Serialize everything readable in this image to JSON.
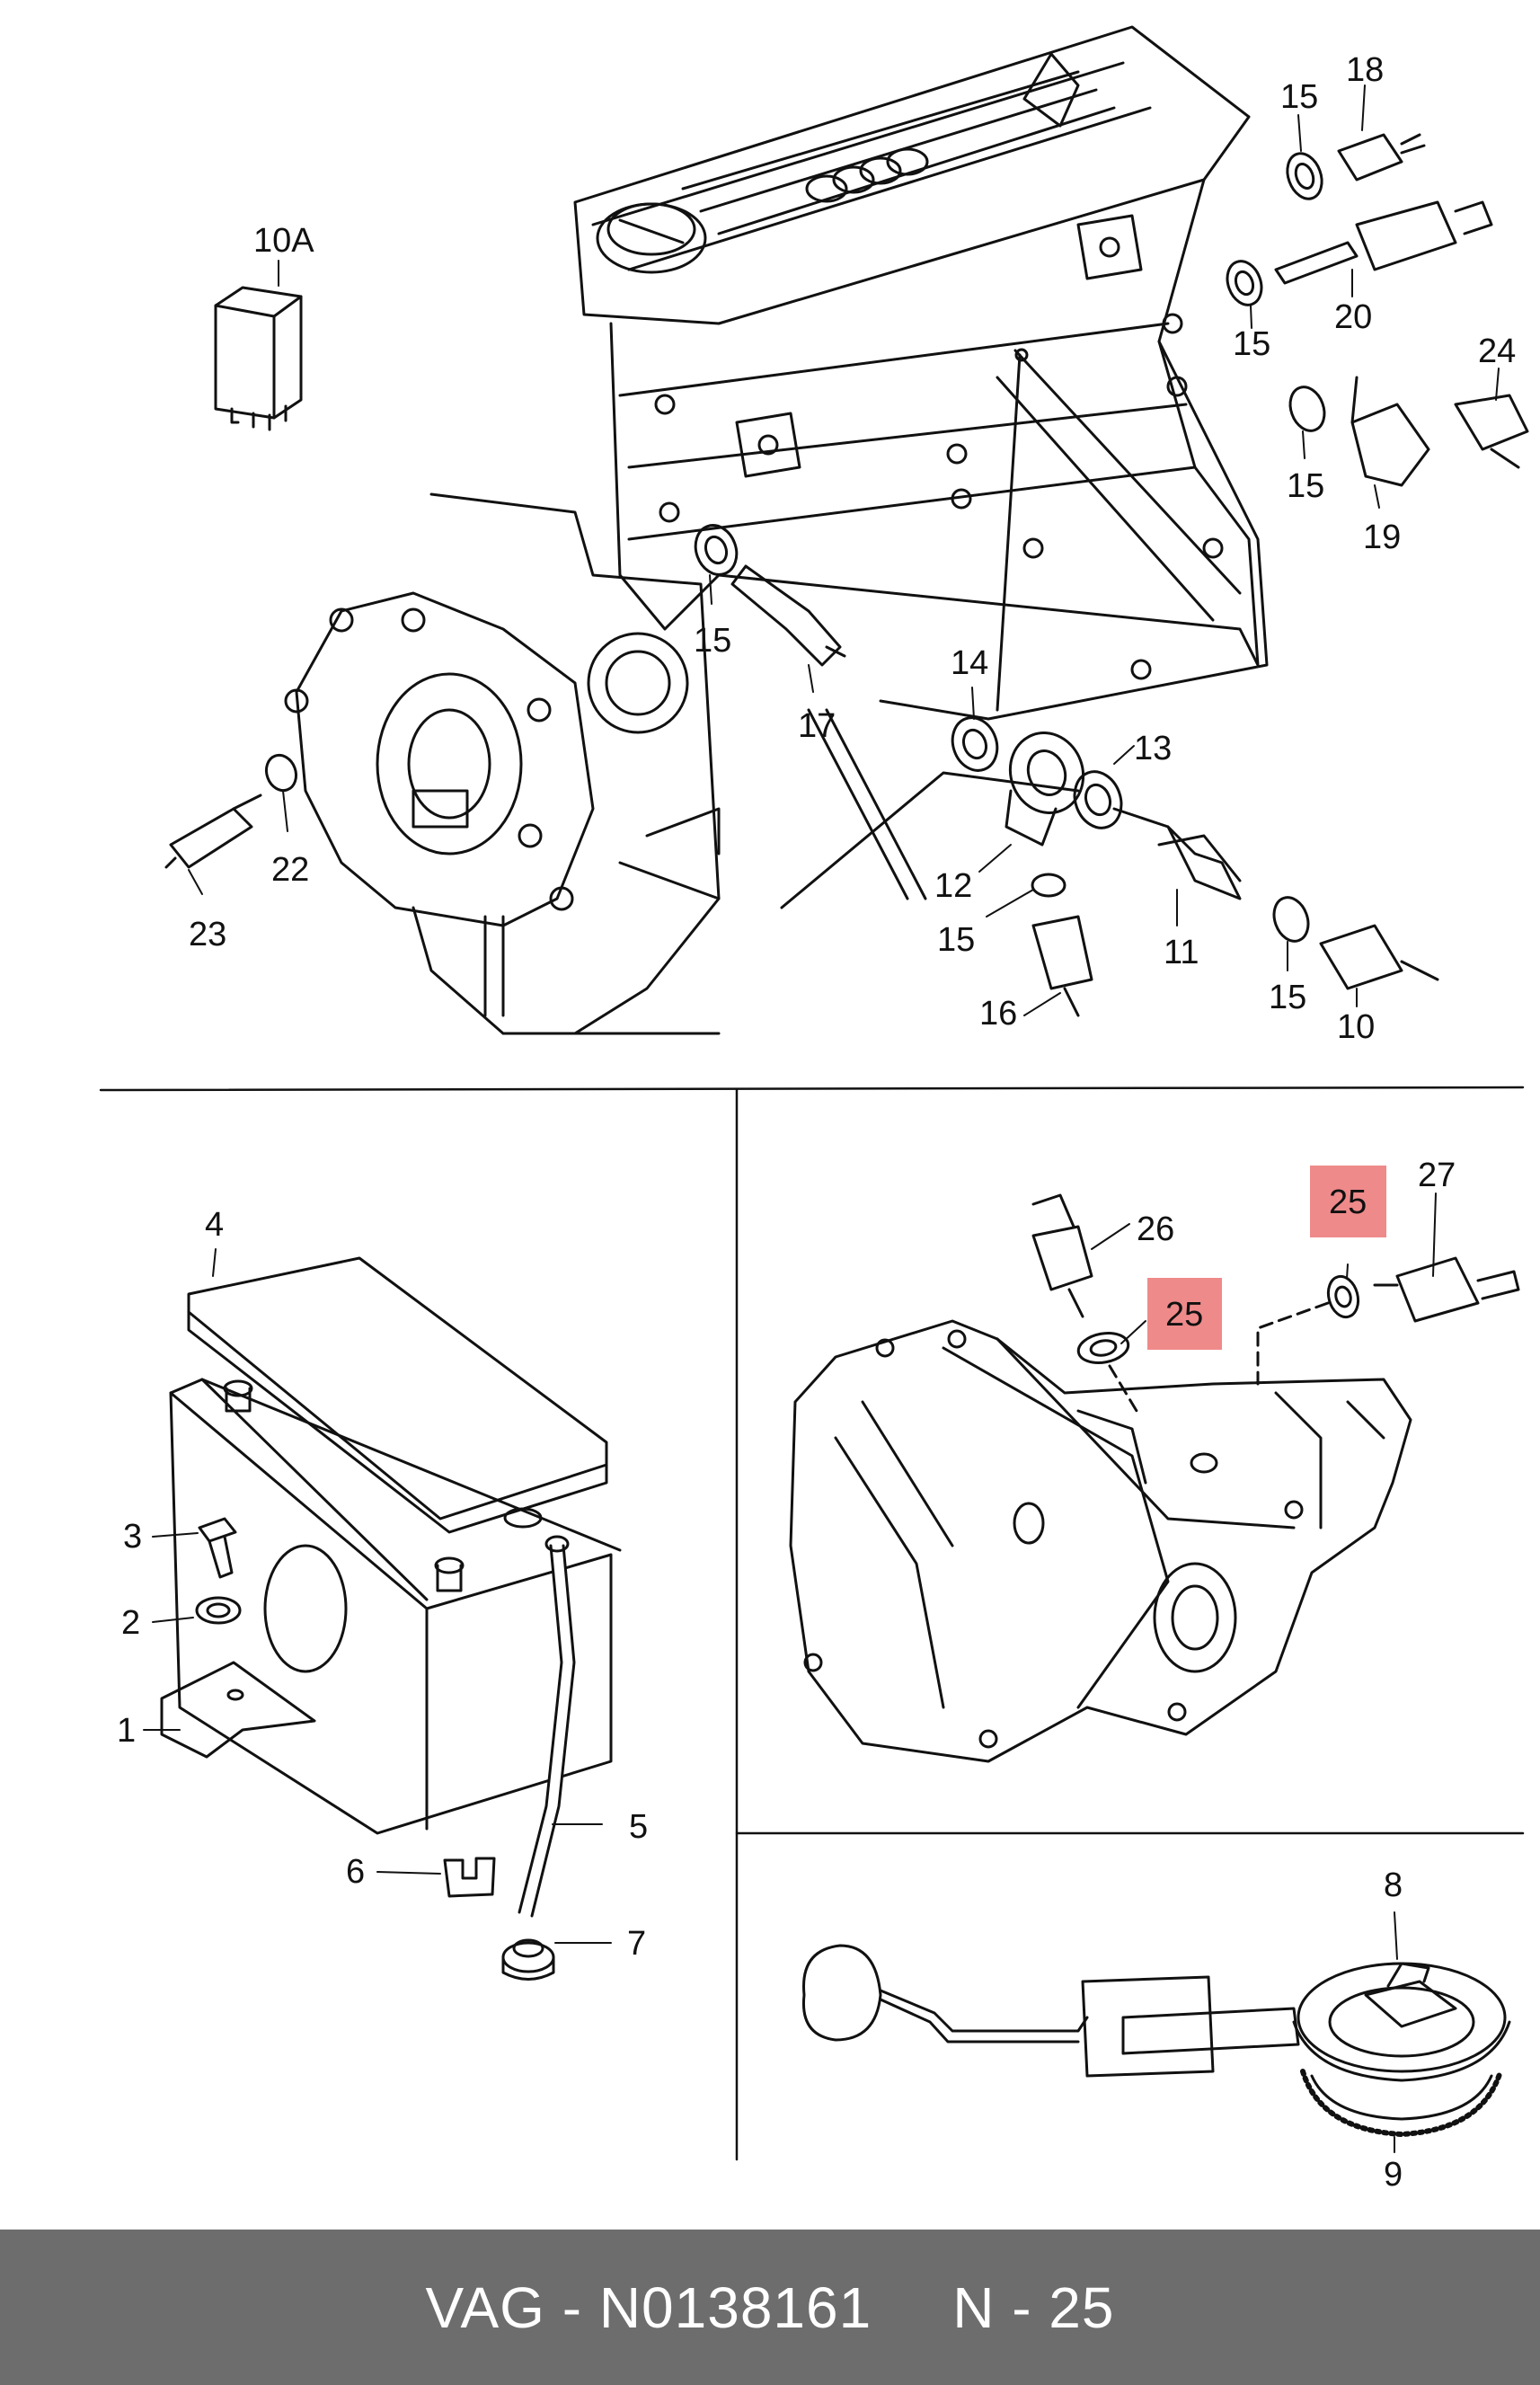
{
  "callouts": {
    "c10A": "10A",
    "c15a": "15",
    "c18": "18",
    "c15b": "15",
    "c20": "20",
    "c24": "24",
    "c15c": "15",
    "c19": "19",
    "c15d": "15",
    "c17": "17",
    "c14": "14",
    "c13": "13",
    "c22": "22",
    "c23": "23",
    "c12": "12",
    "c15e": "15",
    "c11": "11",
    "c15f": "15",
    "c16": "16",
    "c10": "10",
    "c4": "4",
    "c3": "3",
    "c2": "2",
    "c1": "1",
    "c5": "5",
    "c6": "6",
    "c7": "7",
    "c26": "26",
    "c25a": "25",
    "c25b": "25",
    "c27": "27",
    "c8": "8",
    "c9": "9"
  },
  "highlight_color": "#ef8a8a",
  "footer": {
    "brand": "VAG",
    "part_number": "N0138161",
    "position": "N - 25",
    "separator": "-"
  }
}
